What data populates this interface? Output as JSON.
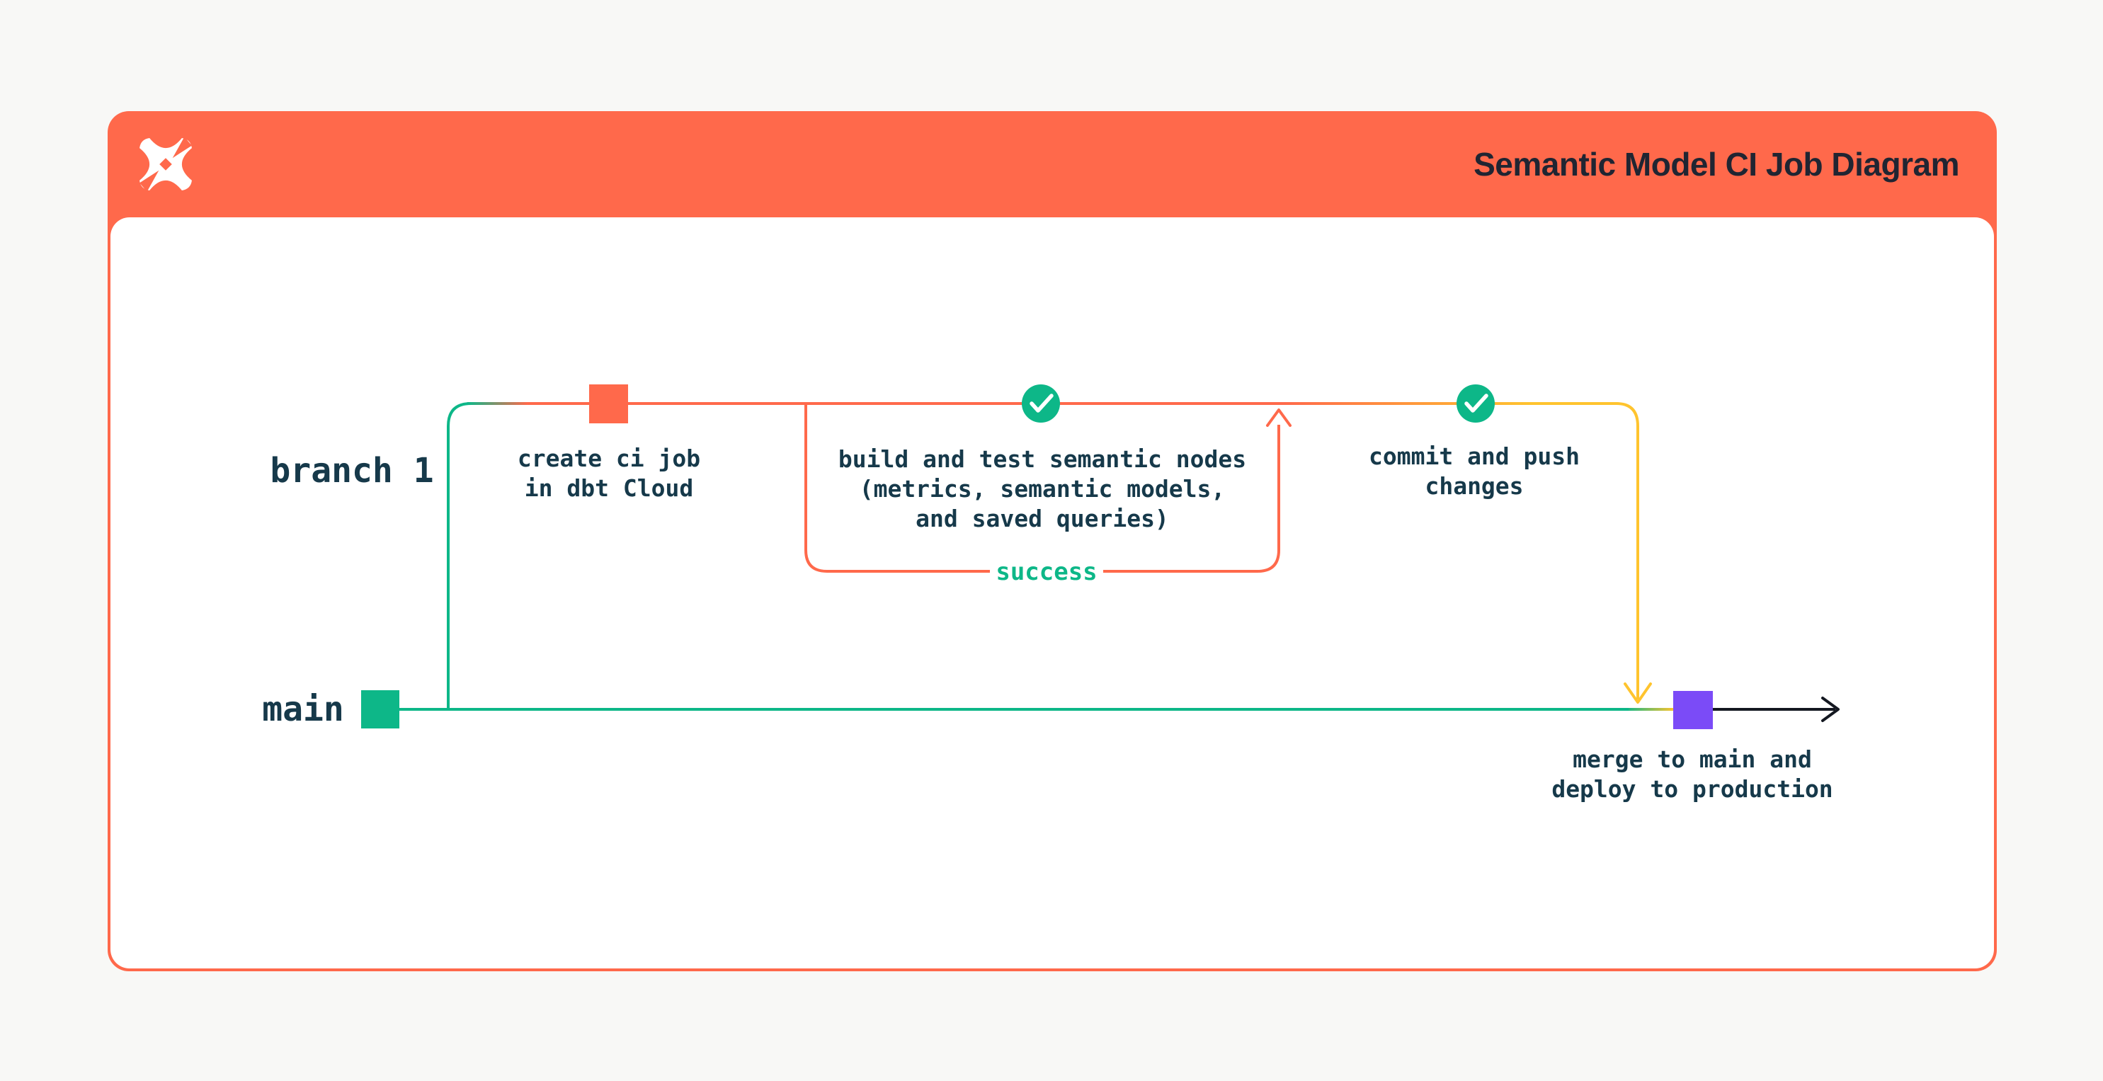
{
  "page": {
    "background": "#f8f8f6"
  },
  "card": {
    "background": "#ffffff",
    "border_color": "#ff694b"
  },
  "header": {
    "title": "Semantic Model CI Job Diagram",
    "background": "#ff694b",
    "title_color": "#202532",
    "logo_icon": "dbt-logo"
  },
  "diagram": {
    "branch_labels": {
      "branch1": "branch 1",
      "main": "main"
    },
    "steps": [
      {
        "id": "create-ci-job",
        "marker": "commit-square",
        "marker_color": "#ff694b",
        "label": "create ci job\nin dbt Cloud"
      },
      {
        "id": "build-test-semantic-nodes",
        "marker": "check-circle",
        "marker_color": "#0db788",
        "label": "build and test semantic nodes\n(metrics, semantic models,\nand saved queries)"
      },
      {
        "id": "commit-push",
        "marker": "check-circle",
        "marker_color": "#0db788",
        "label": "commit and push\nchanges"
      },
      {
        "id": "merge-deploy",
        "marker": "commit-square",
        "marker_color": "#7b4bf7",
        "label": "merge to main and\ndeploy to production"
      }
    ],
    "success_label": "success",
    "colors": {
      "branch_green": "#0db788",
      "branch_orange": "#ff694b",
      "branch_yellow": "#ffc42e",
      "merge_purple": "#7b4bf7",
      "arrow_black": "#141821",
      "label_dark": "#16394a"
    }
  }
}
